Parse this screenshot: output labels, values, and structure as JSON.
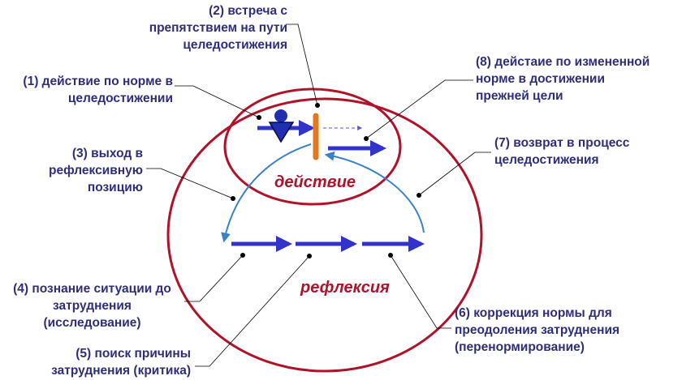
{
  "zones": {
    "action": "действие",
    "reflexion": "рефлексия"
  },
  "labels": {
    "l1": [
      "(1) действие по норме в",
      "целедостижении"
    ],
    "l2": [
      "(2) встреча с",
      "препятствием на пути",
      "целедостижения"
    ],
    "l3": [
      "(3) выход в",
      "рефлексивную",
      "позицию"
    ],
    "l4": [
      "(4) познание ситуации до",
      "затруднения",
      "(исследование)"
    ],
    "l5": [
      "(5) поиск причины",
      "затруднения (критика)"
    ],
    "l6": [
      "(6) коррекция нормы для",
      "преодоления затруднения",
      "(перенормирование)"
    ],
    "l7": [
      "(7) возврат в процесс",
      "целедостижения"
    ],
    "l8": [
      "(8) дейстаие по измененной",
      "норме в достижении",
      "прежней цели"
    ]
  },
  "colors": {
    "circle": "#b0122a",
    "flow_arrow": "#3333cc",
    "return_arc": "#3b82c4",
    "obstacle": "#e07820",
    "person": "#1f2fb0",
    "label_text": "#2e2e7a",
    "zone_text": "#b0122a"
  },
  "icons": {
    "person": "person-icon"
  }
}
